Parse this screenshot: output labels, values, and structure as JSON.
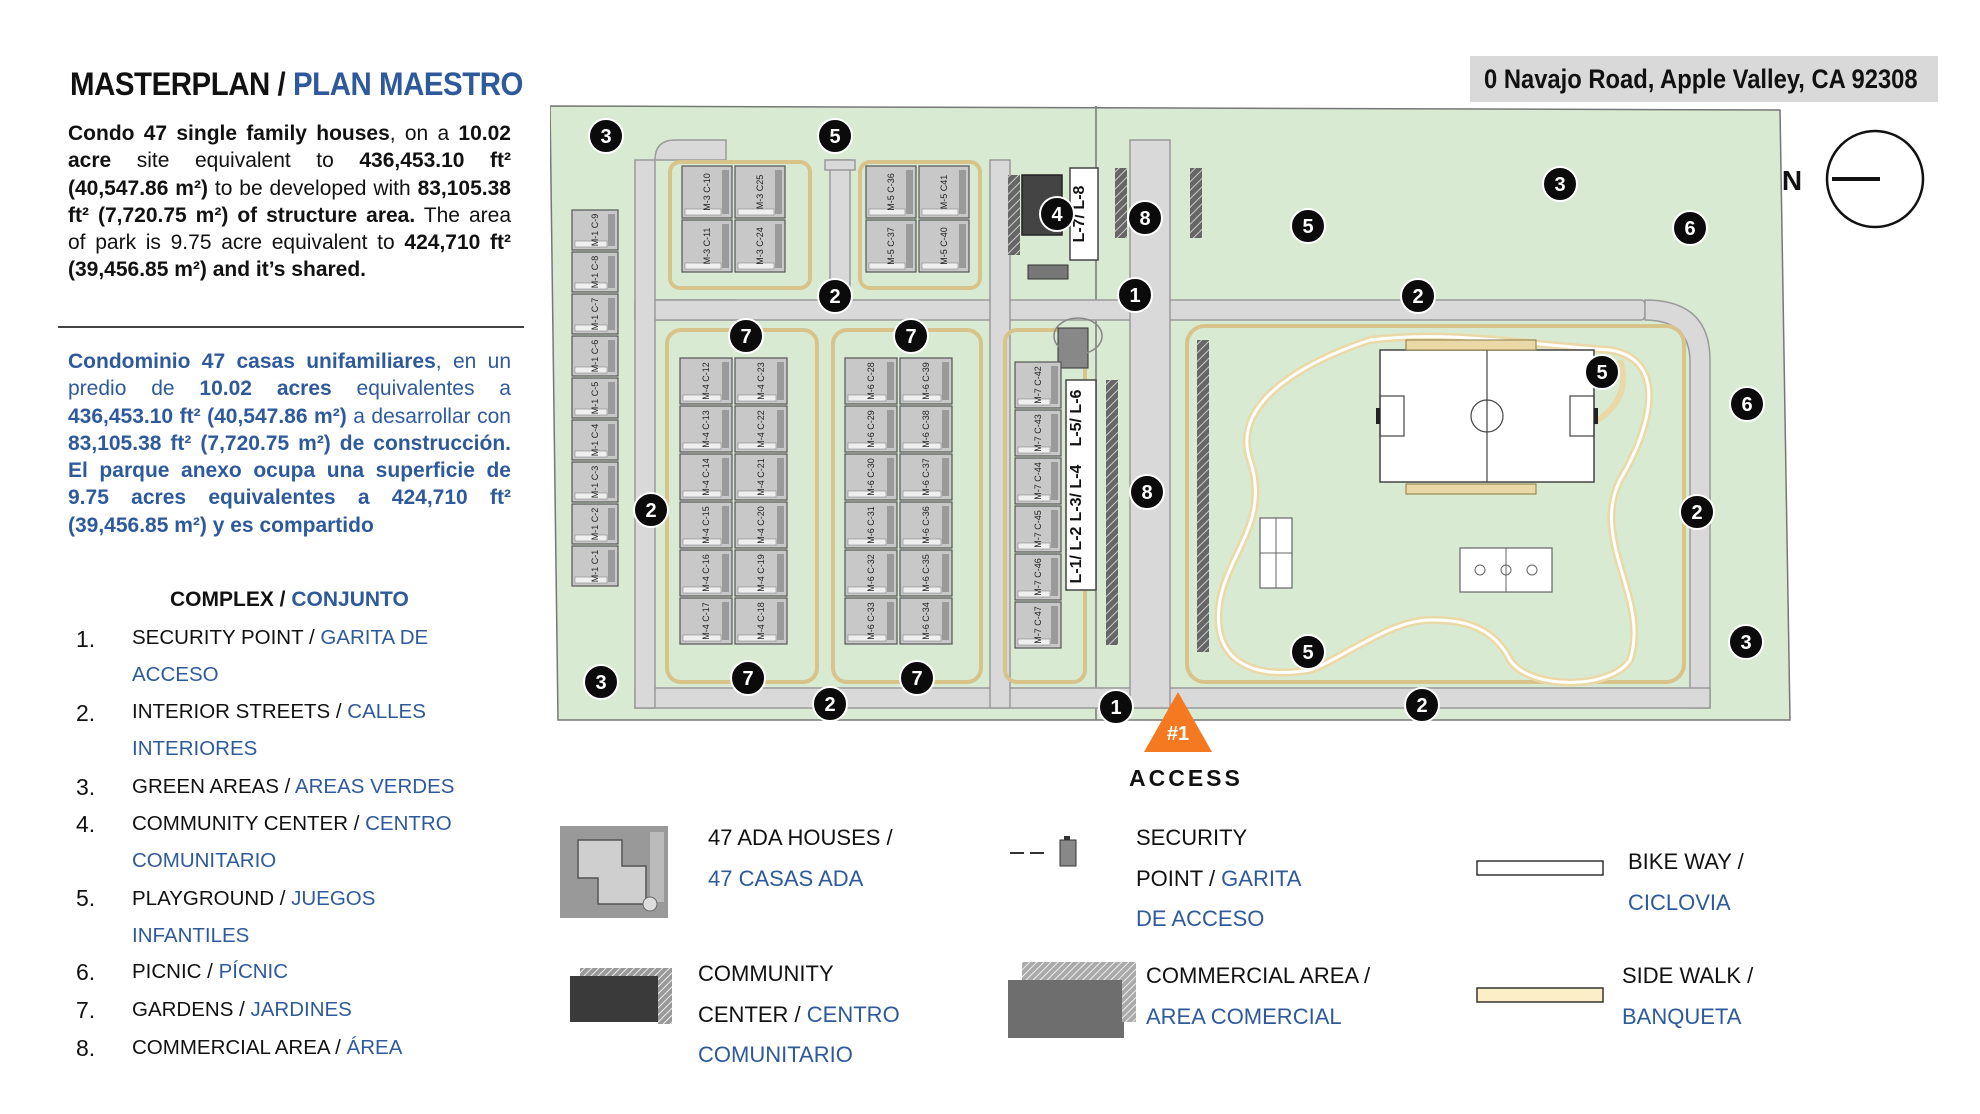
{
  "header": {
    "title_en": "MASTERPLAN / ",
    "title_es": "PLAN MAESTRO",
    "address": "0 Navajo Road, Apple Valley, CA 92308"
  },
  "description": {
    "en_bold1": "Condo 47 single family houses",
    "en_t1": ", on a ",
    "en_bold2": "10.02 acre",
    "en_t2": " site equivalent to ",
    "en_bold3": "436,453.10 ft² (40,547.86 m²)",
    "en_t3": " to be developed with ",
    "en_bold4": "83,105.38 ft² (7,720.75 m²) of structure area.",
    "en_t4": " The area of park is 9.75 acre equivalent to ",
    "en_bold5": "424,710 ft² (39,456.85 m²) and it’s shared.",
    "es_bold1": "Condominio 47 casas unifamiliares",
    "es_t1": ", en un predio de ",
    "es_bold2": "10.02 acres",
    "es_t2": " equivalentes a ",
    "es_bold3": "436,453.10 ft² (40,547.86 m²)",
    "es_t3": " a desarrollar con ",
    "es_bold4": "83,105.38 ft² (7,720.75 m²) de construcción. El parque anexo ocupa una superficie de 9.75 acres equivalentes a 424,710 ft² (39,456.85 m²) y es compartido"
  },
  "legend": {
    "heading_en": "COMPLEX / ",
    "heading_es": "CONJUNTO",
    "items": [
      {
        "num": "1.",
        "en": "SECURITY POINT / ",
        "es": "GARITA DE ACCESO"
      },
      {
        "num": "2.",
        "en": "INTERIOR STREETS / ",
        "es": "CALLES INTERIORES"
      },
      {
        "num": "3.",
        "en": "GREEN AREAS / ",
        "es": "AREAS VERDES"
      },
      {
        "num": "4.",
        "en": "COMMUNITY CENTER / ",
        "es": "CENTRO COMUNITARIO"
      },
      {
        "num": "5.",
        "en": "PLAYGROUND / ",
        "es": "JUEGOS INFANTILES"
      },
      {
        "num": "6.",
        "en": "PICNIC / ",
        "es": "PÍCNIC"
      },
      {
        "num": "7.",
        "en": "GARDENS / ",
        "es": "JARDINES"
      },
      {
        "num": "8.",
        "en": "COMMERCIAL AREA / ",
        "es": "ÁREA"
      }
    ]
  },
  "map": {
    "north": "N",
    "access_badge": "#1",
    "access_label": "ACCESS",
    "badges": [
      "1",
      "2",
      "3",
      "4",
      "5",
      "6",
      "7",
      "8"
    ],
    "commercial_labels": [
      "L-7/ L-8",
      "L-5/ L-6",
      "L-3/ L-4",
      "L-1/ L-2"
    ],
    "house_labels": [
      "M-1 C-9",
      "M-1 C-8",
      "M-1 C-7",
      "M-1 C-6",
      "M-1 C-5",
      "M-1 C-4",
      "M-1 C-3",
      "M-1 C-2",
      "M-1 C-1",
      "M-3 C-10",
      "M-3 C25",
      "M-3 C-11",
      "M-3 C-24",
      "M-5 C-36",
      "M-5 C41",
      "M-5 C-37",
      "M-5 C-40",
      "M-4 C-12",
      "M-4 C-23",
      "M-4 C-13",
      "M-4 C-22",
      "M-4 C-14",
      "M-4 C-21",
      "M-4 C-15",
      "M-4 C-20",
      "M-4 C-16",
      "M-4 C-19",
      "M-4 C-17",
      "M-4 C-18",
      "M-6 C-28",
      "M-6 C-39",
      "M-6 C-29",
      "M-6 C-38",
      "M-6 C-30",
      "M-6 C-37",
      "M-6 C-31",
      "M-6 C-36",
      "M-6 C-32",
      "M-6 C-35",
      "M-6 C-33",
      "M-6 C-34",
      "M-7 C-42",
      "M-7 C-43",
      "M-7 C-44",
      "M-7 C-45",
      "M-7 C-46",
      "M-7 C-47"
    ]
  },
  "key": {
    "ada_en": "47 ADA HOUSES /",
    "ada_es": "47 CASAS ADA",
    "security_en1": "SECURITY",
    "security_en2": "POINT / ",
    "security_es1": "GARITA",
    "security_es2": "DE ACCESO",
    "bike_en": "BIKE WAY /",
    "bike_es": "CICLOVIA",
    "community_en1": "COMMUNITY",
    "community_en2": "CENTER / ",
    "community_es1": "CENTRO",
    "community_es2": "COMUNITARIO",
    "commercial_en": "COMMERCIAL AREA /",
    "commercial_es": "AREA COMERCIAL",
    "sidewalk_en": "SIDE WALK /",
    "sidewalk_es": "BANQUETA"
  },
  "colors": {
    "green": "#d9ead3",
    "street": "#d9d9d9",
    "sidewalk": "#fcefc7",
    "house": "#c8c8c8",
    "accent_blue": "#2e5a9c",
    "access_orange": "#f47920"
  }
}
